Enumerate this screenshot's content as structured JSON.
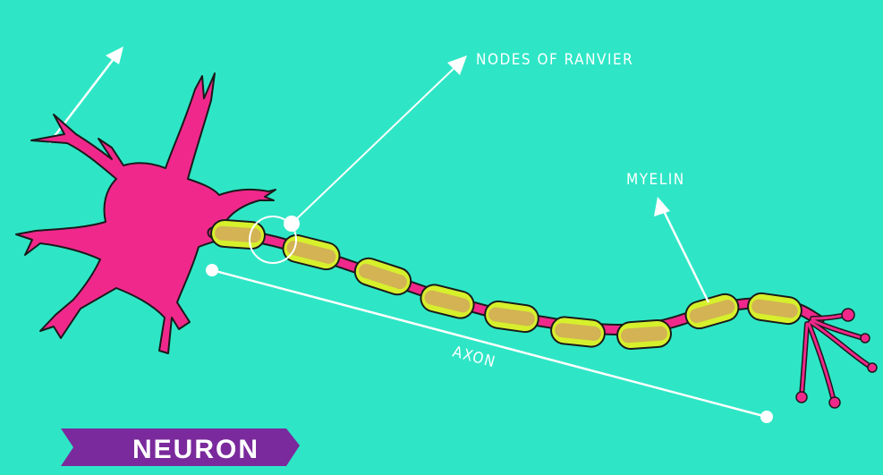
{
  "labels": {
    "nodes_of_ranvier": "NODES OF RANVIER",
    "myelin": "MYELIN",
    "axon": "AXON"
  },
  "banner": {
    "title": "NEURON"
  },
  "colors": {
    "background": "#2ee6c6",
    "neuron": "#f0288c",
    "myelin_outer": "#d6f02c",
    "myelin_inner": "#d2a85a",
    "banner": "#7a2a9c",
    "annotation": "#ffffff"
  }
}
